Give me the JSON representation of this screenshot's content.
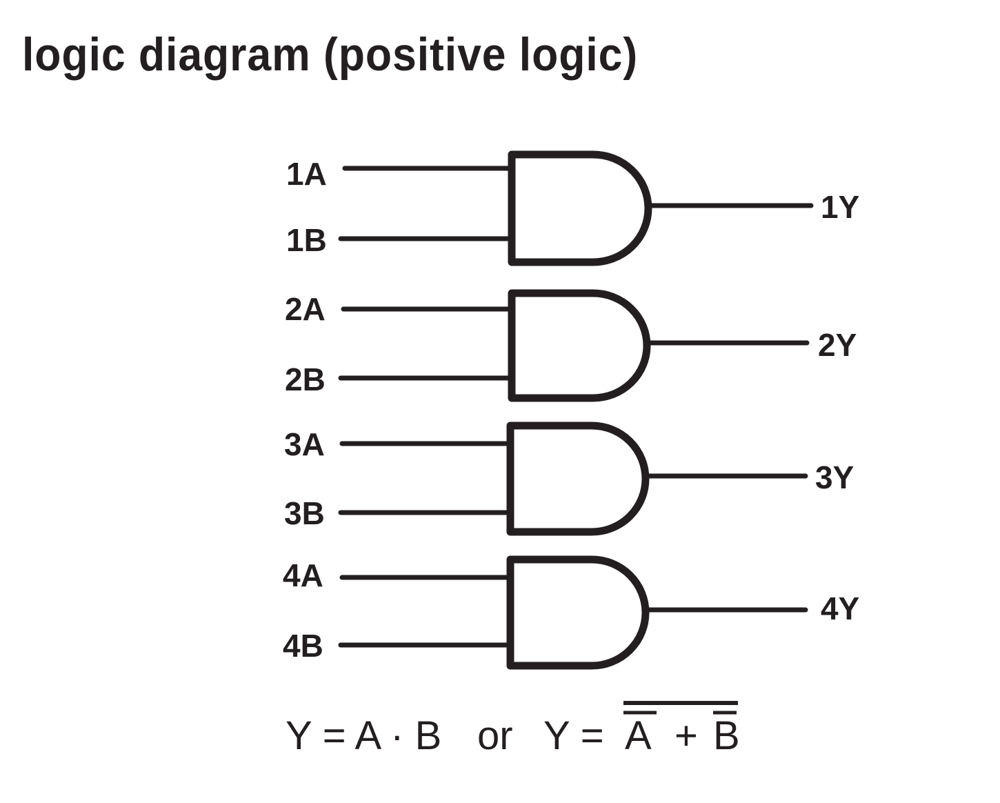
{
  "title": "logic diagram (positive logic)",
  "gates": [
    {
      "type": "AND",
      "input_a": "1A",
      "input_b": "1B",
      "output": "1Y"
    },
    {
      "type": "AND",
      "input_a": "2A",
      "input_b": "2B",
      "output": "2Y"
    },
    {
      "type": "AND",
      "input_a": "3A",
      "input_b": "3B",
      "output": "3Y"
    },
    {
      "type": "AND",
      "input_a": "4A",
      "input_b": "4B",
      "output": "4Y"
    }
  ],
  "equation": {
    "part1": "Y = A · B",
    "connector": "or",
    "part2_lhs": "Y =",
    "part2_a": "A",
    "part2_plus": "+",
    "part2_b": "B"
  },
  "colors": {
    "ink": "#231f20",
    "background": "#ffffff"
  }
}
